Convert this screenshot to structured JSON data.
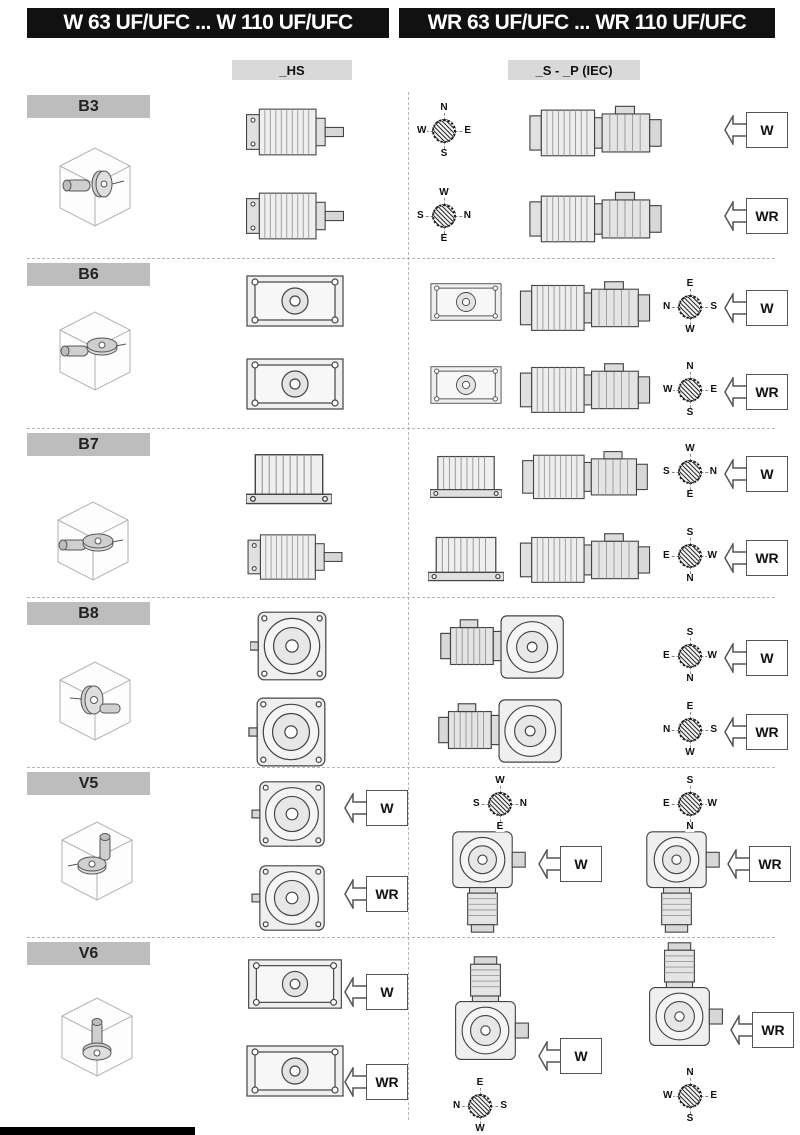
{
  "page": {
    "header_left": "W 63 UF/UFC ... W 110 UF/UFC",
    "header_right": "WR 63 UF/UFC ... WR 110 UF/UFC",
    "col_hs": "_HS",
    "col_sp": "_S - _P (IEC)"
  },
  "colors": {
    "header_bg": "#111111",
    "position_label_bg": "#bdbdbd",
    "column_label_bg": "#d9d9d9"
  },
  "rows": [
    {
      "position": "B3",
      "sub": [
        {
          "label": "W",
          "compass": {
            "top": "N",
            "right": "E",
            "bottom": "S",
            "left": "W"
          }
        },
        {
          "label": "WR",
          "compass": {
            "top": "W",
            "right": "N",
            "bottom": "E",
            "left": "S"
          }
        }
      ]
    },
    {
      "position": "B6",
      "sub": [
        {
          "label": "W",
          "compass": {
            "top": "E",
            "right": "S",
            "bottom": "W",
            "left": "N"
          }
        },
        {
          "label": "WR",
          "compass": {
            "top": "N",
            "right": "E",
            "bottom": "S",
            "left": "W"
          }
        }
      ]
    },
    {
      "position": "B7",
      "sub": [
        {
          "label": "W",
          "compass": {
            "top": "W",
            "right": "N",
            "bottom": "E",
            "left": "S"
          }
        },
        {
          "label": "WR",
          "compass": {
            "top": "S",
            "right": "W",
            "bottom": "N",
            "left": "E"
          }
        }
      ]
    },
    {
      "position": "B8",
      "sub": [
        {
          "label": "W",
          "compass": {
            "top": "S",
            "right": "W",
            "bottom": "N",
            "left": "E"
          }
        },
        {
          "label": "WR",
          "compass": {
            "top": "E",
            "right": "S",
            "bottom": "W",
            "left": "N"
          }
        }
      ]
    },
    {
      "position": "V5",
      "hs_arrows": [
        "W",
        "WR"
      ],
      "sub": [
        {
          "label": "W",
          "compass": {
            "top": "W",
            "right": "N",
            "bottom": "E",
            "left": "S"
          }
        },
        {
          "label": "WR",
          "compass": {
            "top": "S",
            "right": "W",
            "bottom": "N",
            "left": "E"
          }
        }
      ]
    },
    {
      "position": "V6",
      "hs_arrows": [
        "W",
        "WR"
      ],
      "sub": [
        {
          "label": "W",
          "compass": {
            "top": "E",
            "right": "S",
            "bottom": "W",
            "left": "N"
          }
        },
        {
          "label": "WR",
          "compass": {
            "top": "N",
            "right": "E",
            "bottom": "S",
            "left": "W"
          }
        }
      ]
    }
  ]
}
